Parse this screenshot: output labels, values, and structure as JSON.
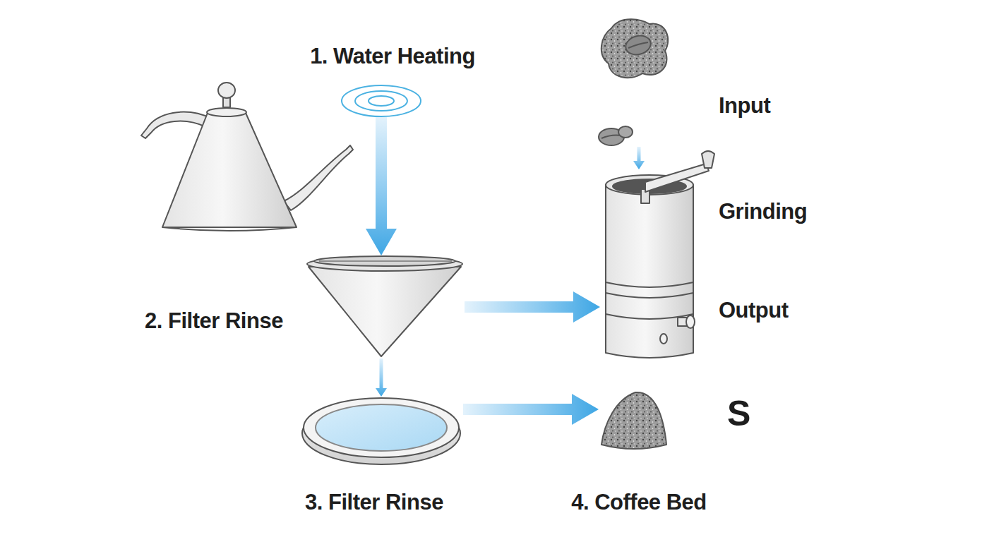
{
  "diagram": {
    "nodes": [
      {
        "text": [
          "1. Water Heating"
        ]
      },
      {
        "text": [
          "2. Filter Rinse"
        ]
      },
      {
        "text": [
          "3. Filter Rinse"
        ]
      },
      {
        "text": [
          "Input"
        ]
      },
      {
        "text": [
          "Grinding",
          "Output"
        ]
      },
      {
        "text": [
          "S",
          "4. Coffee Bed"
        ]
      }
    ],
    "edges": [
      {
        "from": 0,
        "to": 1,
        "arrow": "to"
      },
      {
        "from": 1,
        "to": 4,
        "arrow": "to"
      },
      {
        "from": 1,
        "to": 2,
        "arrow": "to"
      },
      {
        "from": 2,
        "to": 5,
        "arrow": "to"
      },
      {
        "from": 3,
        "to": 4,
        "arrow": "to"
      }
    ]
  }
}
